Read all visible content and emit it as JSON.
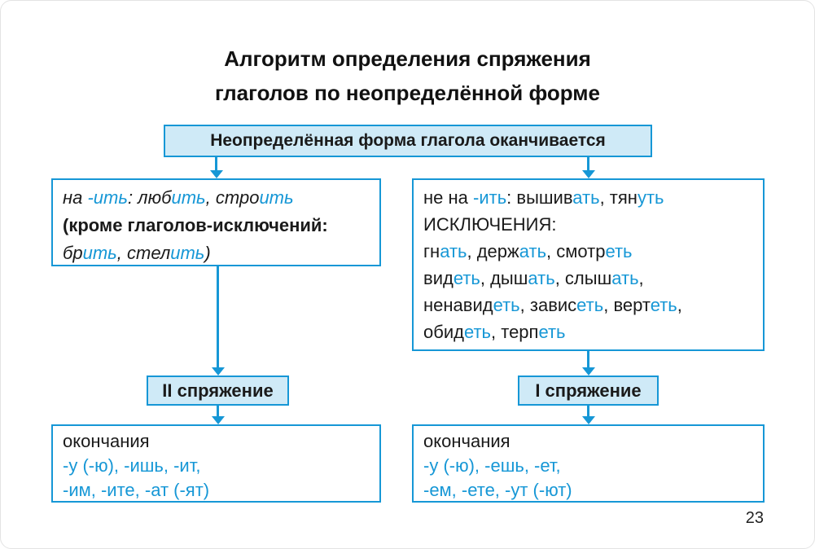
{
  "colors": {
    "blue": "#1697d6",
    "light": "#cfeaf7",
    "ink": "#1a1a1a"
  },
  "title": {
    "line1": "Алгоритм определения спряжения",
    "line2": "глаголов по неопределённой форме"
  },
  "top_box": {
    "text": "Неопределённая форма глагола оканчивается"
  },
  "left_branch": {
    "lines": [
      [
        {
          "t": "на ",
          "i": true
        },
        {
          "t": "-ить",
          "i": true,
          "c": "blue"
        },
        {
          "t": ": ",
          "i": true
        },
        {
          "t": "люб",
          "i": true
        },
        {
          "t": "ить",
          "i": true,
          "c": "blue"
        },
        {
          "t": ", ",
          "i": true
        },
        {
          "t": "стро",
          "i": true
        },
        {
          "t": "ить",
          "i": true,
          "c": "blue"
        }
      ],
      [
        {
          "t": "(кроме глаголов-исключений:",
          "b": true
        }
      ],
      [
        {
          "t": "бр",
          "i": true
        },
        {
          "t": "ить",
          "i": true,
          "c": "blue"
        },
        {
          "t": ", стел",
          "i": true
        },
        {
          "t": "ить",
          "i": true,
          "c": "blue"
        },
        {
          "t": ")",
          "i": true
        }
      ]
    ]
  },
  "right_branch": {
    "lines": [
      [
        {
          "t": "не на "
        },
        {
          "t": "-ить",
          "c": "blue"
        },
        {
          "t": ": вышив"
        },
        {
          "t": "ать",
          "c": "blue"
        },
        {
          "t": ", тян"
        },
        {
          "t": "уть",
          "c": "blue"
        }
      ],
      [
        {
          "t": "ИСКЛЮЧЕНИЯ:"
        }
      ],
      [
        {
          "t": "гн"
        },
        {
          "t": "ать",
          "c": "blue"
        },
        {
          "t": ", держ"
        },
        {
          "t": "ать",
          "c": "blue"
        },
        {
          "t": ", смотр"
        },
        {
          "t": "еть",
          "c": "blue"
        }
      ],
      [
        {
          "t": "вид"
        },
        {
          "t": "еть",
          "c": "blue"
        },
        {
          "t": ", дыш"
        },
        {
          "t": "ать",
          "c": "blue"
        },
        {
          "t": ", слыш"
        },
        {
          "t": "ать",
          "c": "blue"
        },
        {
          "t": ","
        }
      ],
      [
        {
          "t": "ненавид"
        },
        {
          "t": "еть",
          "c": "blue"
        },
        {
          "t": ", завис"
        },
        {
          "t": "еть",
          "c": "blue"
        },
        {
          "t": ", верт"
        },
        {
          "t": "еть",
          "c": "blue"
        },
        {
          "t": ","
        }
      ],
      [
        {
          "t": "обид"
        },
        {
          "t": "еть",
          "c": "blue"
        },
        {
          "t": ", терп"
        },
        {
          "t": "еть",
          "c": "blue"
        }
      ]
    ]
  },
  "left_label": {
    "text": "II спряжение"
  },
  "right_label": {
    "text": "I спряжение"
  },
  "left_endings": {
    "lines": [
      [
        {
          "t": "окончания"
        }
      ],
      [
        {
          "t": "-у (-ю), -ишь, -ит,",
          "c": "blue"
        }
      ],
      [
        {
          "t": "-им, -ите, -ат (-ят)",
          "c": "blue"
        }
      ]
    ]
  },
  "right_endings": {
    "lines": [
      [
        {
          "t": "окончания"
        }
      ],
      [
        {
          "t": "-у (-ю), -ешь, -ет,",
          "c": "blue"
        }
      ],
      [
        {
          "t": "-ем, -ете, -ут (-ют)",
          "c": "blue"
        }
      ]
    ]
  },
  "page": {
    "number": "23"
  }
}
